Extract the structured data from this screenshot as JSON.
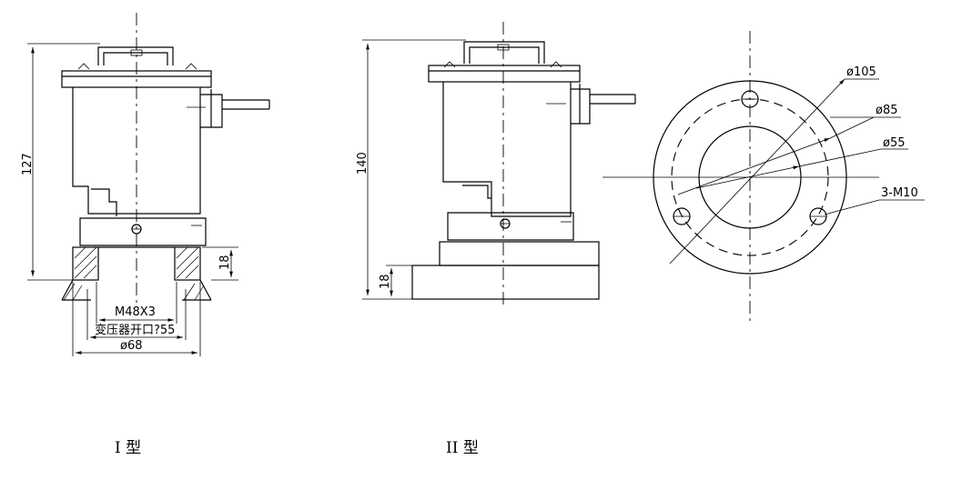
{
  "type1": {
    "height_dim": "127",
    "base_dim": "18",
    "thread": "M48X3",
    "opening": "变压器开口?55",
    "outer_dia": "ø68",
    "caption": "I 型"
  },
  "type2": {
    "height_dim": "140",
    "base_dim": "18",
    "caption": "II 型"
  },
  "flange": {
    "d_outer": "ø105",
    "d_bolt": "ø85",
    "d_inner": "ø55",
    "holes": "3-M10"
  }
}
